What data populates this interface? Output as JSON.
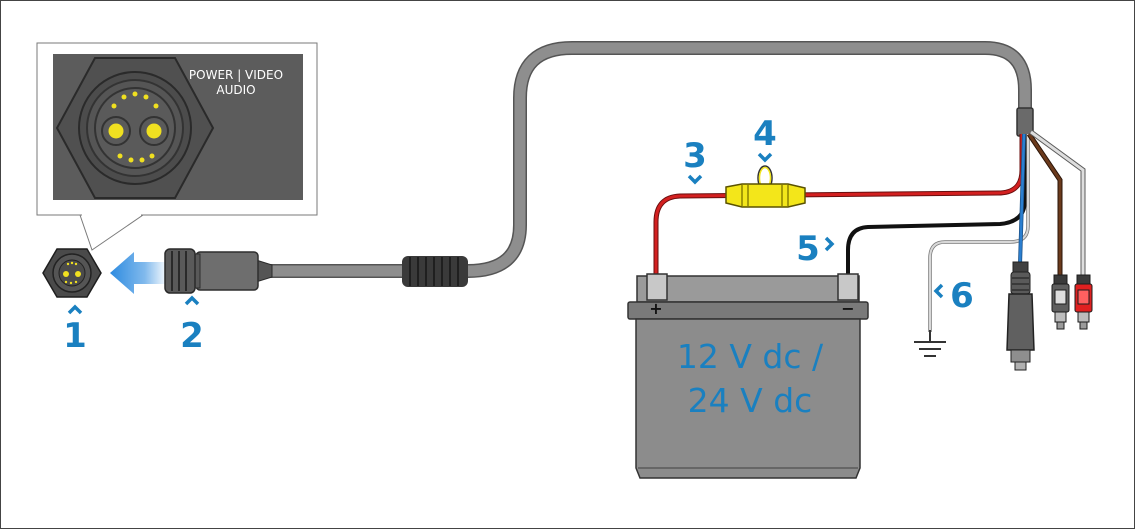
{
  "inset": {
    "label_line1": "POWER | VIDEO",
    "label_line2": "AUDIO"
  },
  "callouts": {
    "c1": "1",
    "c2": "2",
    "c3": "3",
    "c4": "4",
    "c5": "5",
    "c6": "6"
  },
  "battery": {
    "label_line1": "12 V dc /",
    "label_line2": "24 V dc",
    "plus": "+",
    "minus": "−"
  },
  "colors": {
    "callout_blue": "#1a80c0",
    "inset_bg": "#5c5c5c",
    "connector_yellow": "#f0e020",
    "battery_body": "#8c8c8c",
    "cable_grey": "#8e8e8e",
    "wire_red": "#d32020",
    "wire_black": "#111111",
    "wire_brown": "#6b3a1c",
    "wire_blue": "#2b7fd0",
    "fuse_yellow": "#f3e61a"
  }
}
